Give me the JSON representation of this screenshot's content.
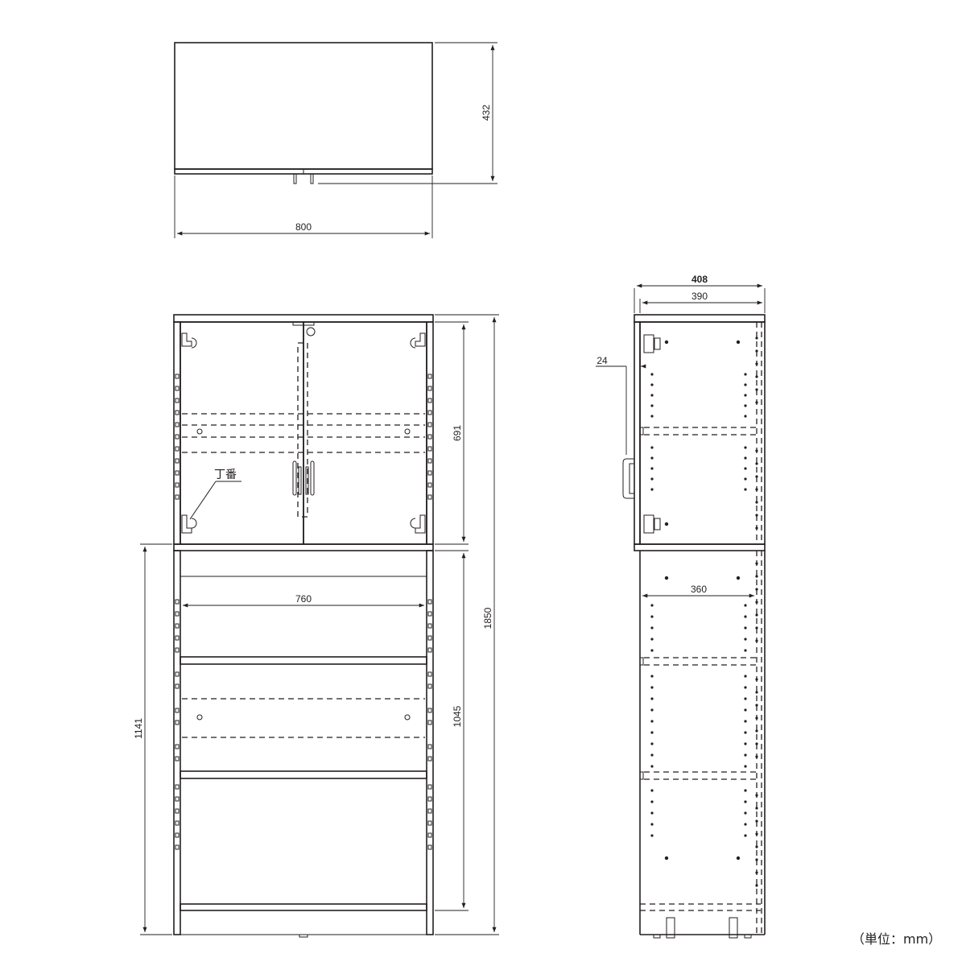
{
  "dimensions": {
    "top_width": "800",
    "top_depth": "432",
    "front_upper_height": "691",
    "front_total_height": "1850",
    "front_lower_height": "1045",
    "front_lower_left_height": "1141",
    "front_inner_width": "760",
    "side_outer_depth": "408",
    "side_inner_depth": "390",
    "side_door_offset": "24",
    "side_shelf_depth": "360"
  },
  "labels": {
    "hinge": "丁番",
    "unit": "（単位：mm）"
  }
}
